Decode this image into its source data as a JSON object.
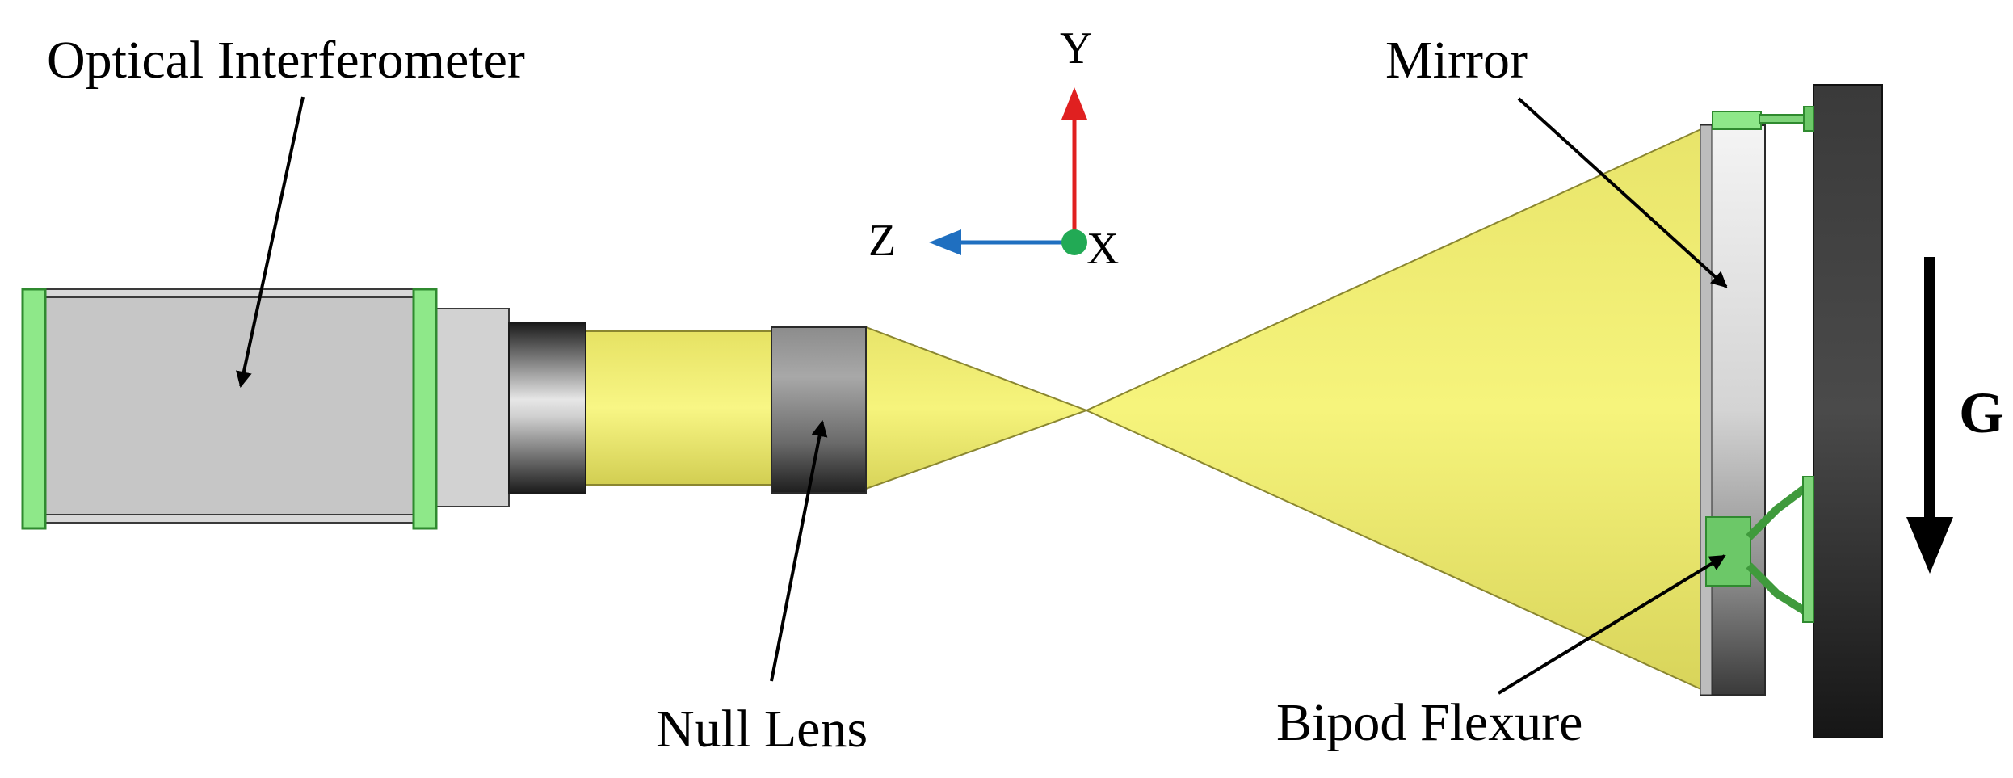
{
  "labels": {
    "interferometer": "Optical Interferometer",
    "null_lens": "Null Lens",
    "mirror": "Mirror",
    "bipod": "Bipod Flexure",
    "gravity": "G"
  },
  "axes": {
    "y": "Y",
    "z": "Z",
    "x": "X"
  },
  "colors": {
    "beam": "#f1ef6a",
    "beam_dark": "#b9b539",
    "interferometer_body": "#c8c8c8",
    "flange": "#7fe07a",
    "axis_y": "#e02020",
    "axis_z": "#1f6fc0",
    "axis_x": "#22aa55",
    "base_plate": "#2b2b2b"
  }
}
